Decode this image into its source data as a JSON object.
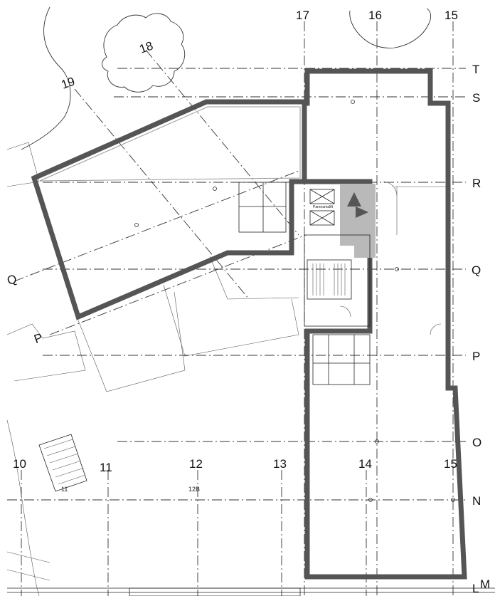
{
  "plan": {
    "grid_labels_top": [
      "17",
      "16",
      "15"
    ],
    "grid_labels_right": [
      "T",
      "S",
      "R",
      "Q",
      "P",
      "O",
      "N",
      "L",
      "M"
    ],
    "grid_labels_bottom_row": [
      "10",
      "11",
      "12",
      "13",
      "14",
      "15"
    ],
    "grid_labels_diagonal": [
      "19",
      "18",
      "Q",
      "P"
    ],
    "annotations": {
      "plot_number": "12B",
      "stair_number": "11",
      "elevator_label": "Panoramalift"
    }
  }
}
